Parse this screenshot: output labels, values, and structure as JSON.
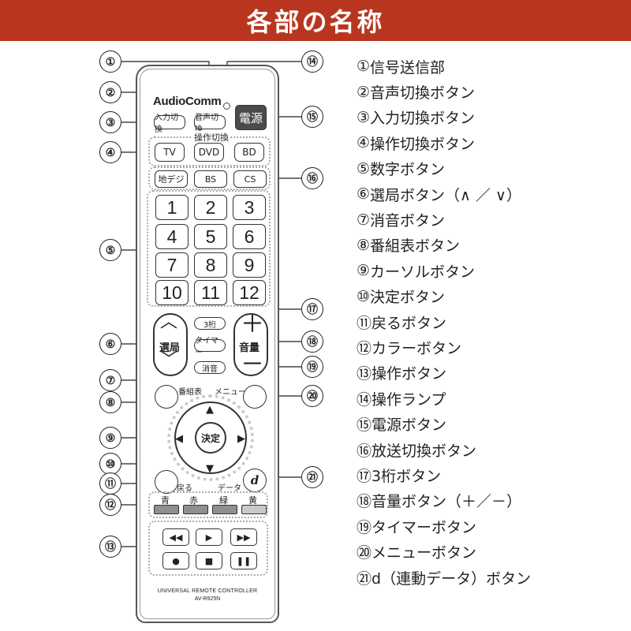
{
  "banner": {
    "title": "各部の名称"
  },
  "remote": {
    "brand": "AudioComm",
    "input_switch": "入力切換",
    "audio_switch": "音声切換",
    "power": "電源",
    "mode_group_label": "操作切換",
    "modes": [
      "TV",
      "DVD",
      "BD"
    ],
    "broadcast": [
      "地デジ",
      "BS",
      "CS"
    ],
    "numbers": [
      "1",
      "2",
      "3",
      "4",
      "5",
      "6",
      "7",
      "8",
      "9",
      "10",
      "11",
      "12"
    ],
    "ch_label": "選局",
    "vol_label": "音量",
    "digit3": "3桁",
    "timer": "タイマー",
    "mute": "消音",
    "guide": "番組表",
    "menu": "メニュー",
    "ok": "決定",
    "back": "戻る",
    "data": "データ",
    "data_key": "d",
    "colors": [
      "青",
      "赤",
      "緑",
      "黄"
    ],
    "footer_line1": "UNIVERSAL REMOTE CONTROLLER",
    "footer_line2": "AV-R925N"
  },
  "colors": {
    "banner": "#b8361f",
    "power_button": "#4b4b4b",
    "color_keys": [
      "#8f8f8f",
      "#8f8f8f",
      "#8f8f8f",
      "#c8c8c8"
    ]
  },
  "callouts": [
    "①",
    "②",
    "③",
    "④",
    "⑤",
    "⑥",
    "⑦",
    "⑧",
    "⑨",
    "⑩",
    "⑪",
    "⑫",
    "⑬",
    "⑭",
    "⑮",
    "⑯",
    "⑰",
    "⑱",
    "⑲",
    "⑳",
    "㉑"
  ],
  "legend": [
    {
      "num": "①",
      "text": "信号送信部"
    },
    {
      "num": "②",
      "text": "音声切換ボタン"
    },
    {
      "num": "③",
      "text": "入力切換ボタン"
    },
    {
      "num": "④",
      "text": "操作切換ボタン"
    },
    {
      "num": "⑤",
      "text": "数字ボタン"
    },
    {
      "num": "⑥",
      "text": "選局ボタン（∧ ／ ∨）"
    },
    {
      "num": "⑦",
      "text": "消音ボタン"
    },
    {
      "num": "⑧",
      "text": "番組表ボタン"
    },
    {
      "num": "⑨",
      "text": "カーソルボタン"
    },
    {
      "num": "⑩",
      "text": "決定ボタン"
    },
    {
      "num": "⑪",
      "text": "戻るボタン"
    },
    {
      "num": "⑫",
      "text": "カラーボタン"
    },
    {
      "num": "⑬",
      "text": "操作ボタン"
    },
    {
      "num": "⑭",
      "text": "操作ランプ"
    },
    {
      "num": "⑮",
      "text": "電源ボタン"
    },
    {
      "num": "⑯",
      "text": "放送切換ボタン"
    },
    {
      "num": "⑰",
      "text": "3桁ボタン"
    },
    {
      "num": "⑱",
      "text": "音量ボタン（＋／－）"
    },
    {
      "num": "⑲",
      "text": "タイマーボタン"
    },
    {
      "num": "⑳",
      "text": "メニューボタン"
    },
    {
      "num": "㉑",
      "text": "d（連動データ）ボタン"
    }
  ]
}
